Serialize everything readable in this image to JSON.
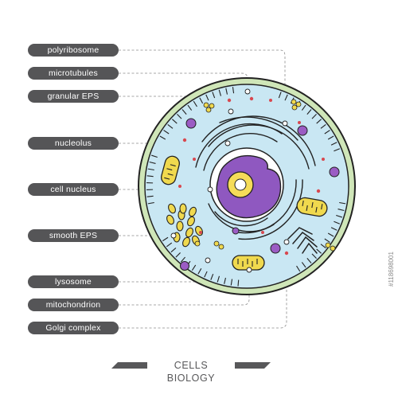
{
  "labels": {
    "polyribosome": "polyribosome",
    "microtubules": "microtubules",
    "granular_eps": "granular EPS",
    "nucleolus": "nucleolus",
    "cell_nucleus": "cell nucleus",
    "smooth_eps": "smooth EPS",
    "lysosome": "lysosome",
    "mitochondrion": "mitochondrion",
    "golgi_complex": "Golgi complex"
  },
  "footer": {
    "title": "CELLS BIOLOGY"
  },
  "side_code": "#118698001",
  "colors": {
    "label_bg": "#555557",
    "cytoplasm": "#c9e7f3",
    "cell_wall": "#cfe6b8",
    "outline": "#222222",
    "nucleus": "#8f58c0",
    "nucleolus": "#f5dc58",
    "mitochondria": "#f0d94e",
    "vesicle": "#9b5cc4",
    "red_dots": "#d8484f"
  }
}
